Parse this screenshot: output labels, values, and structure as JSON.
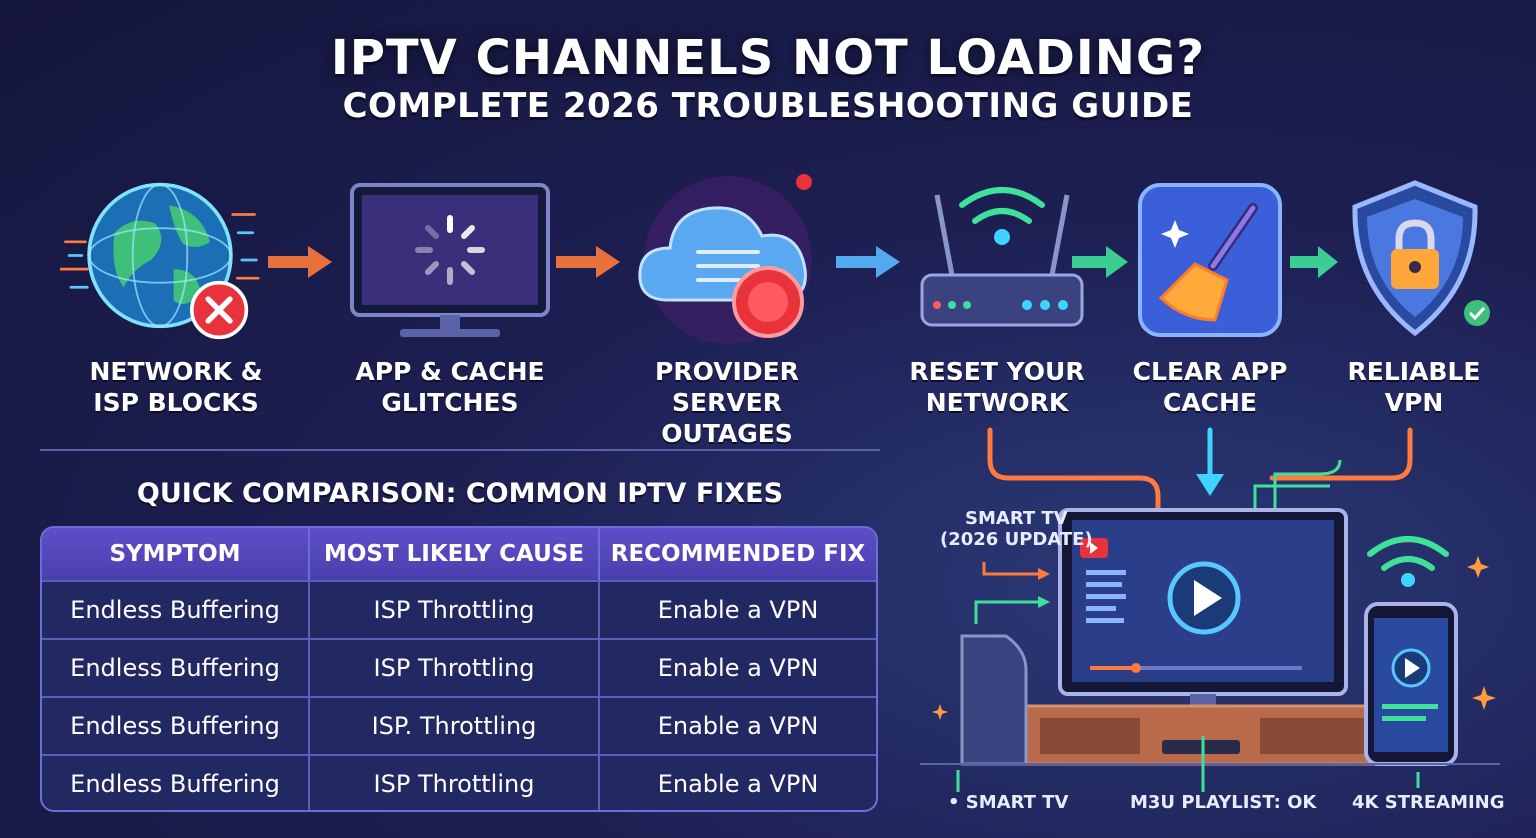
{
  "header": {
    "title": "IPTV CHANNELS NOT LOADING?",
    "subtitle": "COMPLETE 2026 TROUBLESHOOTING GUIDE"
  },
  "steps": [
    {
      "label": "NETWORK &\nISP BLOCKS",
      "icon": "globe-error-icon"
    },
    {
      "label": "APP & CACHE\nGLITCHES",
      "icon": "tv-loading-icon"
    },
    {
      "label": "PROVIDER SERVER\nOUTAGES",
      "icon": "cloud-error-icon"
    },
    {
      "label": "RESET YOUR\nNETWORK",
      "icon": "router-icon"
    },
    {
      "label": "CLEAR APP\nCACHE",
      "icon": "broom-icon"
    },
    {
      "label": "RELIABLE\nVPN",
      "icon": "shield-lock-icon"
    }
  ],
  "comparison": {
    "title": "QUICK COMPARISON: COMMON IPTV FIXES",
    "headers": [
      "SYMPTOM",
      "MOST LIKELY CAUSE",
      "RECOMMENDED FIX"
    ],
    "rows": [
      [
        "Endless Buffering",
        "ISP Throttling",
        "Enable a VPN"
      ],
      [
        "Endless Buffering",
        "ISP Throttling",
        "Enable a VPN"
      ],
      [
        "Endless Buffering",
        "ISP. Throttling",
        "Enable a VPN"
      ],
      [
        "Endless Buffering",
        "ISP Throttling",
        "Enable a VPN"
      ]
    ]
  },
  "scene": {
    "smart_tv_note_line1": "SMART TV",
    "smart_tv_note_line2": "(2026 UPDATE)",
    "bottom_labels": [
      "SMART TV",
      "M3U PLAYLIST: OK",
      "4K STREAMING"
    ]
  },
  "colors": {
    "accent_orange": "#ff7a3d",
    "accent_cyan": "#3fd4ff",
    "accent_green": "#3fe09a",
    "error_red": "#e8323c",
    "table_border": "#6a6fd8"
  }
}
